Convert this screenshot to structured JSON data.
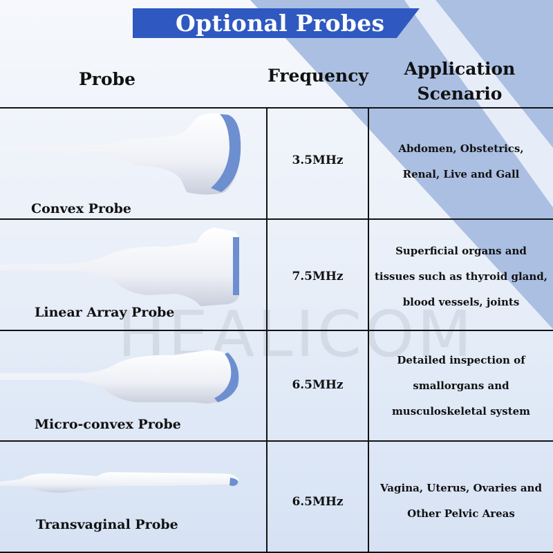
{
  "title": "Optional Probes",
  "watermark": "HEALICOM",
  "colors": {
    "banner": "#2f59c1",
    "stripe": "#aabfe2",
    "probe_tip": "#6d8fd0",
    "grid": "#111111"
  },
  "table": {
    "headers": {
      "probe": "Probe",
      "frequency": "Frequency",
      "application_line1": "Application",
      "application_line2": "Scenario"
    },
    "rows": [
      {
        "probe": "Convex Probe",
        "frequency": "3.5MHz",
        "application": [
          "Abdomen, Obstetrics,",
          "Renal, Live and Gall"
        ],
        "icon": "convex-probe-icon"
      },
      {
        "probe": "Linear Array Probe",
        "frequency": "7.5MHz",
        "application": [
          "Superficial organs and",
          "tissues such as thyroid gland,",
          "blood vessels, joints"
        ],
        "icon": "linear-probe-icon"
      },
      {
        "probe": "Micro-convex Probe",
        "frequency": "6.5MHz",
        "application": [
          "Detailed inspection of",
          "smallorgans and",
          "musculoskeletal system"
        ],
        "icon": "micro-convex-probe-icon"
      },
      {
        "probe": "Transvaginal Probe",
        "frequency": "6.5MHz",
        "application": [
          "Vagina, Uterus, Ovaries and",
          "Other Pelvic Areas"
        ],
        "icon": "transvaginal-probe-icon"
      }
    ]
  }
}
